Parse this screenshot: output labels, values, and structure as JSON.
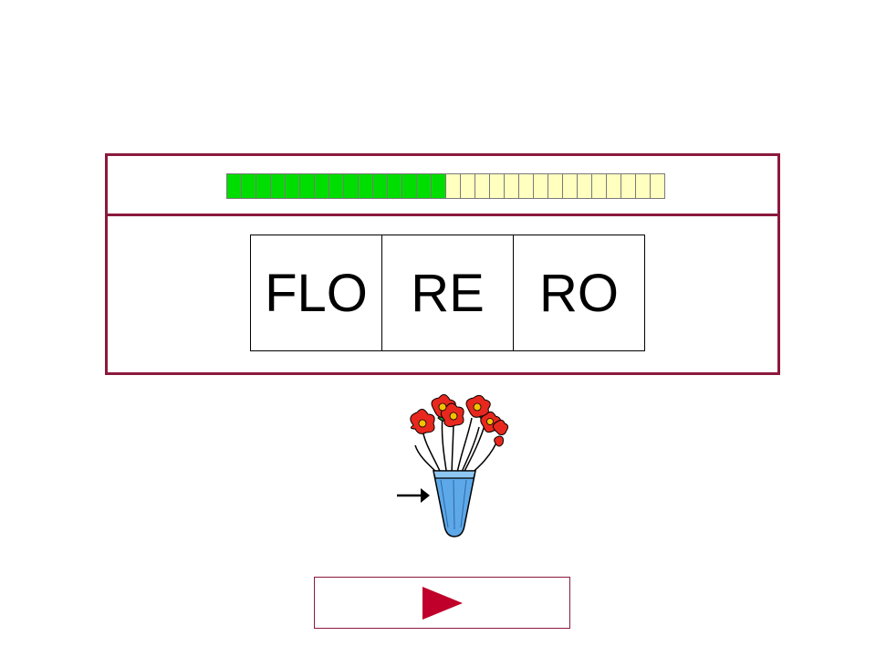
{
  "progress": {
    "total_cells": 30,
    "filled_cells": 15,
    "filled_color": "#00dd00",
    "empty_color": "#ffffc0"
  },
  "syllables": [
    {
      "label": "FLO"
    },
    {
      "label": "RE"
    },
    {
      "label": "RO"
    }
  ],
  "picture": {
    "icon": "flower-vase-icon",
    "pointer_icon": "arrow-right-icon"
  },
  "colors": {
    "frame": "#8b1a3c",
    "play_triangle": "#c0002a"
  },
  "next_button": {
    "icon": "play-triangle-icon"
  }
}
